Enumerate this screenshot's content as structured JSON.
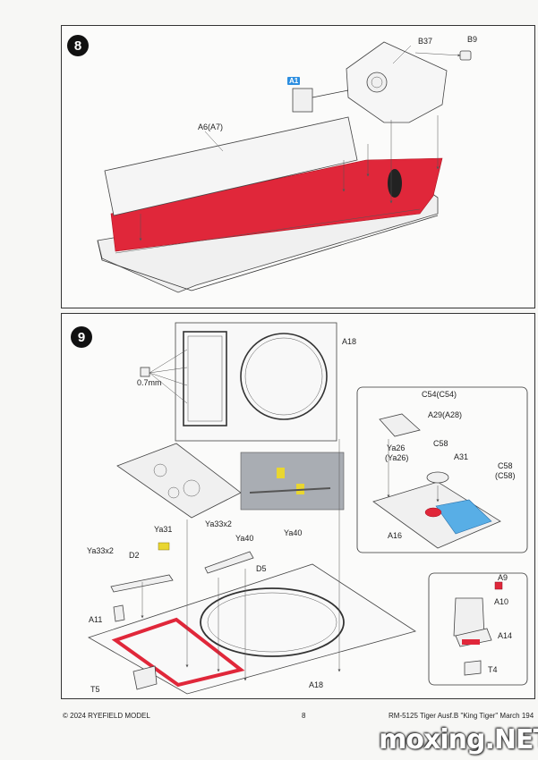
{
  "step8": {
    "number": "8",
    "labels": {
      "b37": "B37",
      "b9": "B9",
      "a1": "A1",
      "a6": "A6(A7)"
    }
  },
  "step9": {
    "number": "9",
    "labels": {
      "a18_top": "A18",
      "thickness": "0.7mm",
      "c54": "C54(C54)",
      "a29": "A29(A28)",
      "ya26": "Ya26",
      "ya26b": "(Ya26)",
      "c58": "C58",
      "a31": "A31",
      "c58b": "C58",
      "c58c": "(C58)",
      "a16": "A16",
      "ya33x2_a": "Ya33x2",
      "ya31": "Ya31",
      "ya33x2_b": "Ya33x2",
      "ya40_a": "Ya40",
      "ya40_b": "Ya40",
      "d2": "D2",
      "d5": "D5",
      "a11": "A11",
      "a18_bottom": "A18",
      "t5": "T5",
      "a9": "A9",
      "a10": "A10",
      "a14": "A14",
      "t4": "T4"
    }
  },
  "footer": {
    "copyright": "© 2024 RYEFIELD MODEL",
    "page": "8",
    "product": "RM-5125 Tiger Ausf.B \"King Tiger\" March 194"
  },
  "watermark": "moxing.NET"
}
